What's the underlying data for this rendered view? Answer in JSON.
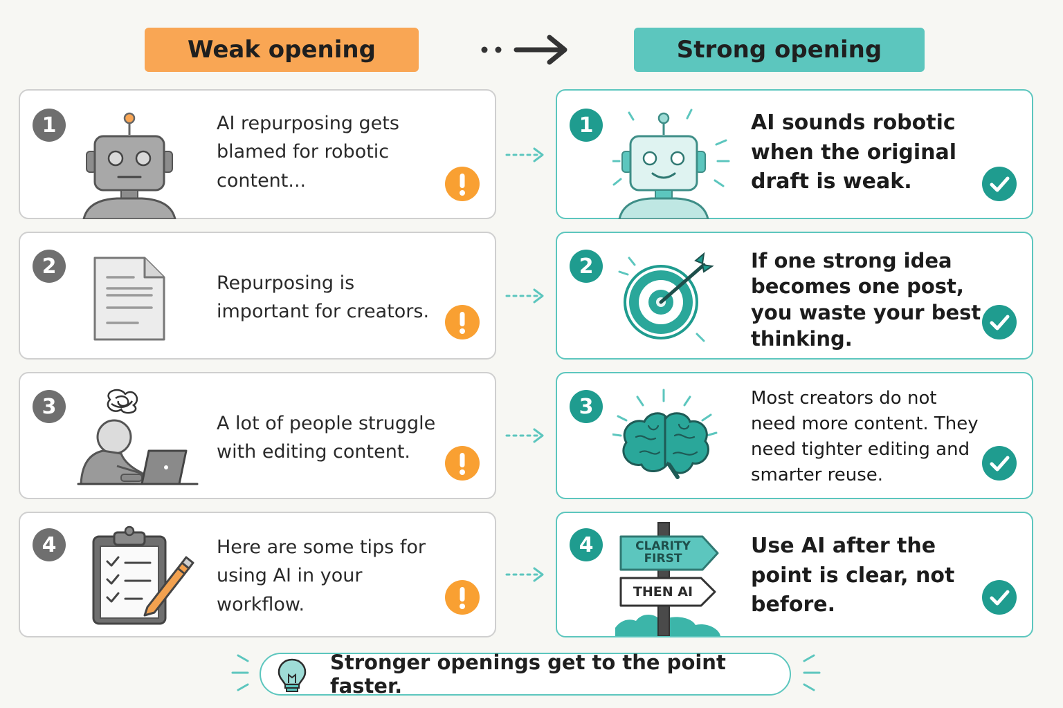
{
  "headers": {
    "weak": "Weak opening",
    "strong": "Strong opening"
  },
  "weak_items": [
    {
      "number": "1",
      "text": "AI repurposing gets blamed for robotic content...",
      "icon": "robot-icon"
    },
    {
      "number": "2",
      "text": "Repurposing is important for creators.",
      "icon": "document-icon"
    },
    {
      "number": "3",
      "text": "A lot of people struggle with editing content.",
      "icon": "person-laptop-icon"
    },
    {
      "number": "4",
      "text": "Here are some tips for using AI in your workflow.",
      "icon": "clipboard-icon"
    }
  ],
  "strong_items": [
    {
      "number": "1",
      "text": "AI sounds robotic when the original draft is weak.",
      "icon": "robot-icon"
    },
    {
      "number": "2",
      "text": "If one strong idea becomes one post, you waste your best thinking.",
      "icon": "target-icon"
    },
    {
      "number": "3",
      "text": "Most creators do not need more content. They need tighter editing and smarter reuse.",
      "icon": "brain-icon"
    },
    {
      "number": "4",
      "text": "Use AI after the point is clear, not before.",
      "icon": "signpost-icon"
    }
  ],
  "signpost": {
    "top": "CLARITY FIRST",
    "bottom": "THEN AI"
  },
  "footer": {
    "text": "Stronger openings get to the point faster.",
    "icon": "lightbulb-icon"
  },
  "colors": {
    "weak_accent": "#f9a654",
    "strong_accent": "#5cc6be",
    "strong_dark": "#1f9c8f",
    "warning": "#f9a032",
    "neutral_badge": "#6f6f6f"
  }
}
